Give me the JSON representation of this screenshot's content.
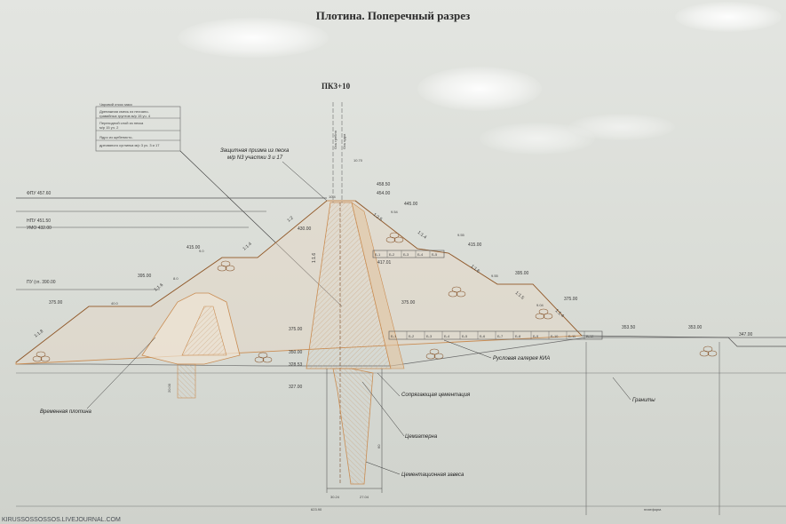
{
  "title": "Плотина. Поперечный разрез",
  "picket": "ПК3+10",
  "watermark": "KIRUSSOSSOSSOS.LIVEJOURNAL.COM",
  "water_levels": [
    {
      "id": "fpu",
      "label": "ФПУ 457.60"
    },
    {
      "id": "npu",
      "label": "НПУ 451.50"
    },
    {
      "id": "umo",
      "label": "УМО 432.00"
    },
    {
      "id": "pu",
      "label": "ПУ (гл. 390.00"
    }
  ],
  "axis_labels": {
    "axis_dam": "Ось гребня",
    "axis_core": "Ось ядра"
  },
  "elevations_upstream": [
    "415.00",
    "395.00",
    "375.00",
    "430.00"
  ],
  "elevations_crest": [
    "458.50",
    "454.00",
    "445.00"
  ],
  "elevations_downstream": [
    "415.00",
    "395.00",
    "375.00",
    "353.50",
    "353.00",
    "347.00"
  ],
  "elevations_core": [
    "417.01",
    "375.00",
    "350.00",
    "328.53",
    "327.00",
    "375.00"
  ],
  "slopes": [
    "1:1.8",
    "1:1.6",
    "1:1.4",
    "1:2",
    "1:2.5",
    "1:1.4",
    "1:1.6",
    "1:1.5",
    "1:1.4",
    "1:1.6"
  ],
  "berm_widths": [
    "9.0",
    "8.0",
    "40.0",
    "9.54",
    "9.55",
    "9.55",
    "9.04",
    "10.4",
    "10.70"
  ],
  "dimensions": {
    "core_top": "10.4",
    "core_bottom_left": "30.24",
    "core_bottom_right": "27.04",
    "total_width": "623.90",
    "right_width": "платформ.",
    "curtain_depth": "60",
    "temp_dam_depth": "20.00"
  },
  "legend_lines": [
    "Чаровий откос масс",
    "Дренажная смесь из песчано-",
    "гравийных грунтов м/р 15 уч. 4",
    "Переходной слой из песка",
    "м/р 15 уч. 2",
    "Ядро из щебенисто-",
    "дресвяного суглинка м/р 3 уч. 3 и 17"
  ],
  "callouts": {
    "protective_prism": "Защитная призма из песка",
    "protective_prism_2": "м/р N3 участки 3 и 17",
    "gallery": "Русловая галерея КИА",
    "temporary_dam": "Временная плотина",
    "connecting_grout": "Сопрягающая цементация",
    "grout_gallery": "Цемзатерна",
    "grout_curtain": "Цементационная завеса",
    "granite": "Граниты"
  },
  "gallery_cells": [
    "Б-1",
    "Б-2",
    "Б-3",
    "Б-4",
    "Б-5",
    "Б-6",
    "Б-7",
    "Б-8",
    "Б-9",
    "Б-10",
    "Б-11",
    "Б-12"
  ],
  "upper_cells": [
    "Б-1",
    "Б-2",
    "Б-3",
    "Б-4",
    "Б-5"
  ]
}
